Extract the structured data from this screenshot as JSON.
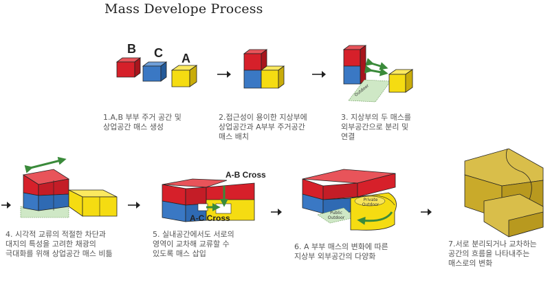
{
  "title": "Mass Develope Process",
  "block_labels": {
    "b": "B",
    "c": "C",
    "a": "A"
  },
  "labels": {
    "outdoor": "Outdoor",
    "ab_cross": "A-B Cross",
    "ac_cross": "A-C Cross",
    "public_outdoor": "Public Outdoor",
    "private_outdoor": "Private Outdoor"
  },
  "steps": [
    {
      "caption": "1.A,B 부부 주거 공간 및\n상업공간 매스 생성"
    },
    {
      "caption": "2.접근성이 용이한 지상부에\n상업공간과 A부부 주거공간\n매스 배치"
    },
    {
      "caption": "3. 지상부의 두 매스를\n외부공간으로 분리 및\n연결"
    },
    {
      "caption": "4. 시각적 교류의 적절한 차단과\n대지의 특성을 고려한 채광의\n극대화를 위해 상업공간 매스 비틂"
    },
    {
      "caption": "5. 실내공간에서도 서로의\n영역이 교차해 교류할 수\n있도록 매스 삽입"
    },
    {
      "caption": "6. A 부부 매스의 변화에 따른\n지상부 외부공간의 다양화"
    },
    {
      "caption": "7.서로 분리되거나 교차하는\n공간의 흐름을 나타내주는\n매스로의 변화"
    }
  ],
  "colors": {
    "red": "#d6202a",
    "blue": "#3a78c4",
    "yellow": "#f5dc12",
    "gold": "#c9aa2a",
    "green": "#3a8a3a"
  }
}
